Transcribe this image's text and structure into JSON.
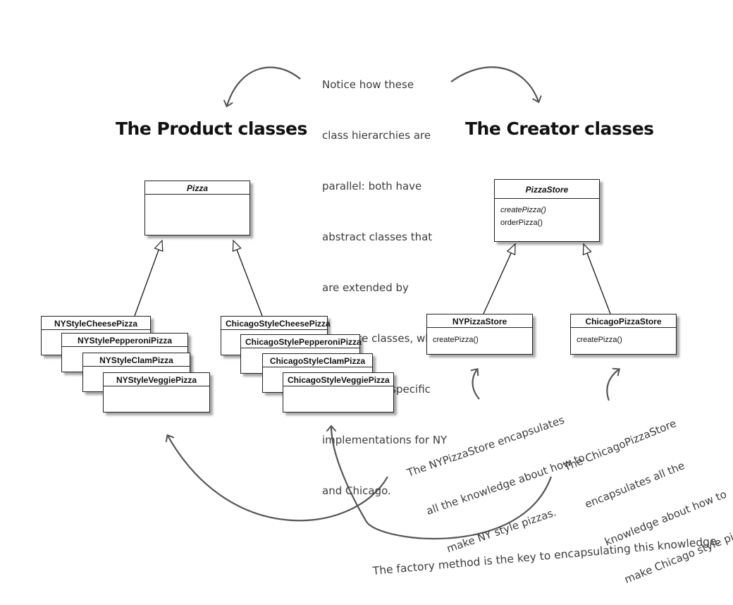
{
  "notes": {
    "top_lines": [
      "Notice how these",
      "class hierarchies are",
      "parallel: both have",
      "abstract classes that",
      "are extended by",
      "concrete classes, which",
      "know about  specific",
      "implementations for NY",
      "and Chicago."
    ],
    "ny_note_lines": [
      "The NYPizzaStore encapsulates",
      "all the knowledge about how to",
      "make NY style pizzas."
    ],
    "chicago_note_lines": [
      "The ChicagoPizzaStore",
      "encapsulates all the",
      "knowledge about how to",
      "make Chicago style pizzas."
    ],
    "bottom": "The factory method is the key to encapsulating this knowledge."
  },
  "headings": {
    "product": "The Product classes",
    "creator": "The Creator classes"
  },
  "classes": {
    "pizza": {
      "name": "Pizza"
    },
    "ny_pizzas": [
      "NYStyleCheesePizza",
      "NYStylePepperoniPizza",
      "NYStyleClamPizza",
      "NYStyleVeggiePizza"
    ],
    "chicago_pizzas": [
      "ChicagoStyleCheesePizza",
      "ChicagoStylePepperoniPizza",
      "ChicagoStyleClamPizza",
      "ChicagoStyleVeggiePizza"
    ],
    "pizza_store": {
      "name": "PizzaStore",
      "methods": [
        "createPizza()",
        "orderPizza()"
      ]
    },
    "ny_store": {
      "name": "NYPizzaStore",
      "methods": [
        "createPizza()"
      ]
    },
    "chicago_store": {
      "name": "ChicagoPizzaStore",
      "methods": [
        "createPizza()"
      ]
    }
  }
}
